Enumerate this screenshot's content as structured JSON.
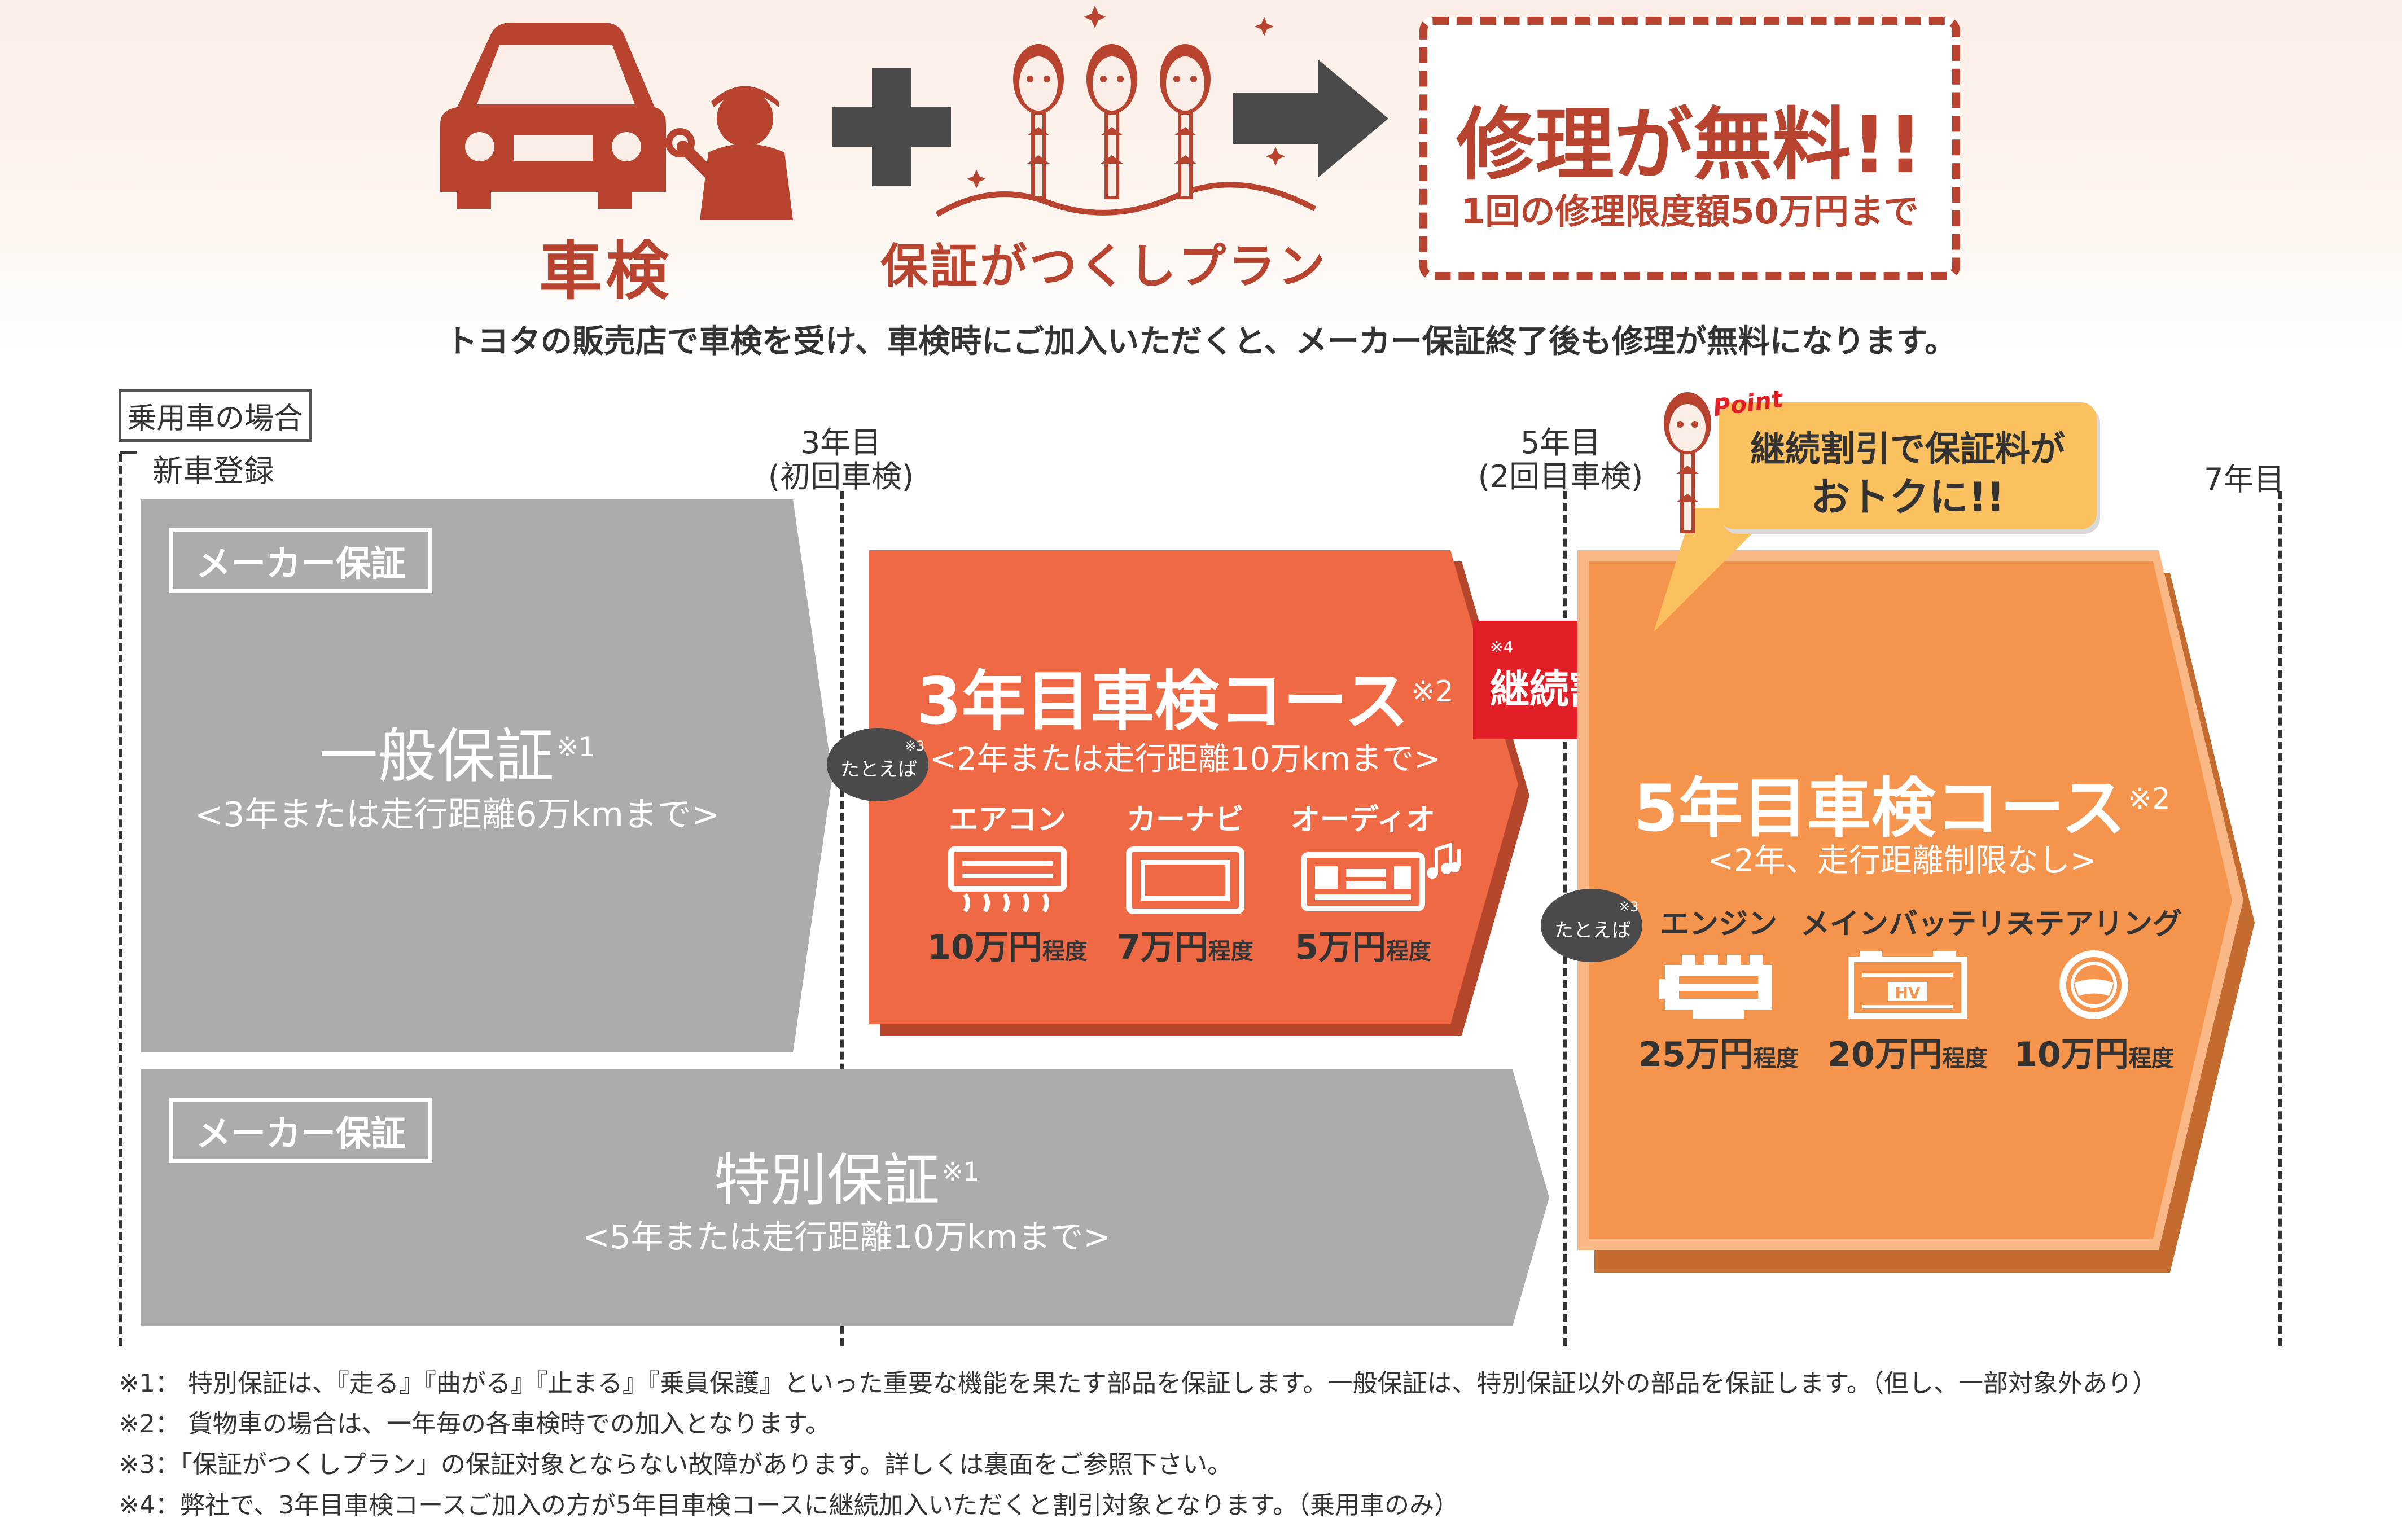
{
  "hero": {
    "shaken_label": "車検",
    "plan_label": "保証がつくしプラン",
    "result_title": "修理が無料!!",
    "result_sub": "1回の修理限度額50万円まで",
    "tagline": "トヨタの販売店で車検を受け、車検時にご加入いただくと、メーカー保証終了後も修理が無料になります。"
  },
  "timeline": {
    "category_label": "乗用車の場合",
    "new_registration": "新車登録",
    "year3_label": "3年目",
    "year3_sub": "(初回車検)",
    "year5_label": "5年目",
    "year5_sub": "(2回目車検)",
    "year7_label": "7年目"
  },
  "general_warranty": {
    "badge": "メーカー保証",
    "title": "一般保証",
    "mark": "※1",
    "sub": "<3年または走行距離6万kmまで>"
  },
  "special_warranty": {
    "badge": "メーカー保証",
    "title": "特別保証",
    "mark": "※1",
    "sub": "<5年または走行距離10万kmまで>"
  },
  "course3": {
    "title": "3年目車検コース",
    "mark": "※2",
    "sub": "<2年または走行距離10万kmまで>",
    "example_label": "たとえば",
    "example_mark": "※3",
    "items": [
      {
        "name": "エアコン",
        "price": "10万円",
        "suffix": "程度",
        "icon": "air-conditioner-icon"
      },
      {
        "name": "カーナビ",
        "price": "7万円",
        "suffix": "程度",
        "icon": "car-navigation-icon"
      },
      {
        "name": "オーディオ",
        "price": "5万円",
        "suffix": "程度",
        "icon": "audio-icon"
      }
    ]
  },
  "discount": {
    "mark": "※4",
    "label": "継続割引"
  },
  "point": {
    "badge": "Point",
    "line1": "継続割引で保証料が",
    "line2": "おトクに!!"
  },
  "course5": {
    "title": "5年目車検コース",
    "mark": "※2",
    "sub": "<2年、走行距離制限なし>",
    "example_label": "たとえば",
    "example_mark": "※3",
    "items": [
      {
        "name": "エンジン",
        "price": "25万円",
        "suffix": "程度",
        "icon": "engine-icon"
      },
      {
        "name": "メインバッテリー",
        "price": "20万円",
        "suffix": "程度",
        "icon": "battery-icon",
        "icon_text": "HV"
      },
      {
        "name": "ステアリング",
        "price": "10万円",
        "suffix": "程度",
        "icon": "steering-wheel-icon"
      }
    ]
  },
  "notes": [
    "※1： 特別保証は、『走る』『曲がる』『止まる』『乗員保護』といった重要な機能を果たす部品を保証します。一般保証は、特別保証以外の部品を保証します。（但し、一部対象外あり）",
    "※2： 貨物車の場合は、一年毎の各車検時での加入となります。",
    "※3：「保証がつくしプラン」の保証対象とならない故障があります。詳しくは裏面をご参照下さい。",
    "※4：弊社で、3年目車検コースご加入の方が5年目車検コースに継続加入いただくと割引対象となります。（乗用車のみ）"
  ],
  "colors": {
    "brand_red": "#b8432f",
    "course3_orange": "#ef6a44",
    "course5_orange": "#f5944c",
    "discount_red": "#e21f26",
    "warranty_gray": "#acacac",
    "point_yellow": "#fbc15e"
  }
}
